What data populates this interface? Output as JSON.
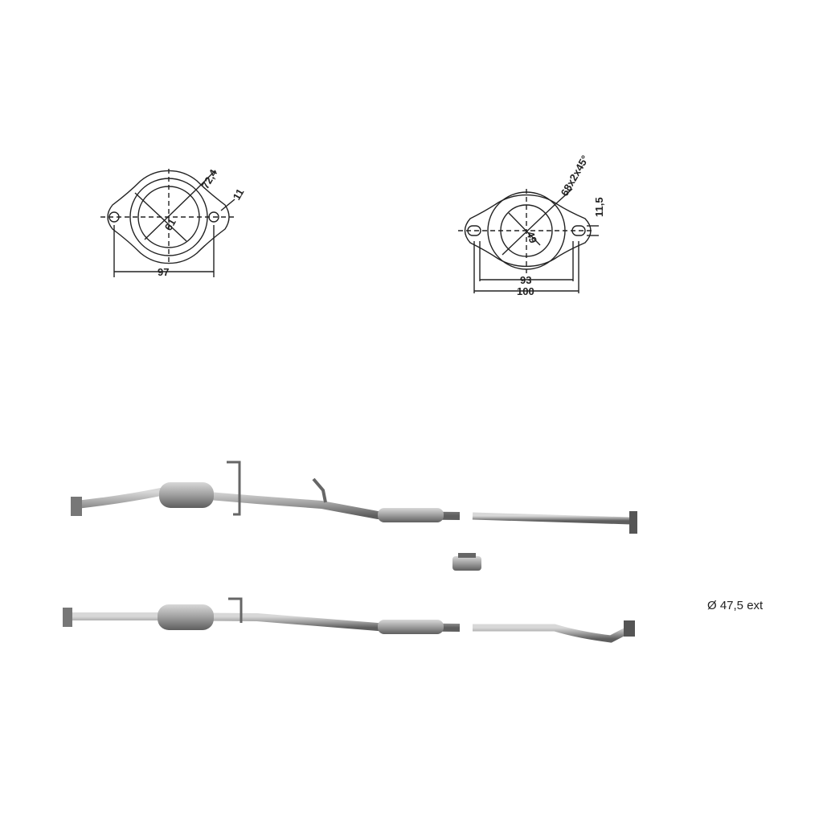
{
  "flange_left": {
    "outer_dim": "72,4",
    "inner_dim": "61",
    "hole_dim": "11",
    "bolt_spacing": "97"
  },
  "flange_right": {
    "outer_dim": "68x2x45°",
    "inner_dim": "49",
    "hole_dim": "11,5",
    "bolt_spacing_inner": "93",
    "bolt_spacing_outer": "100"
  },
  "pipe_diameter_label": "Ø 47,5 ext",
  "colors": {
    "line": "#222222",
    "pipe": "#9a9a9a",
    "pipe_dark": "#6e6e6e"
  }
}
